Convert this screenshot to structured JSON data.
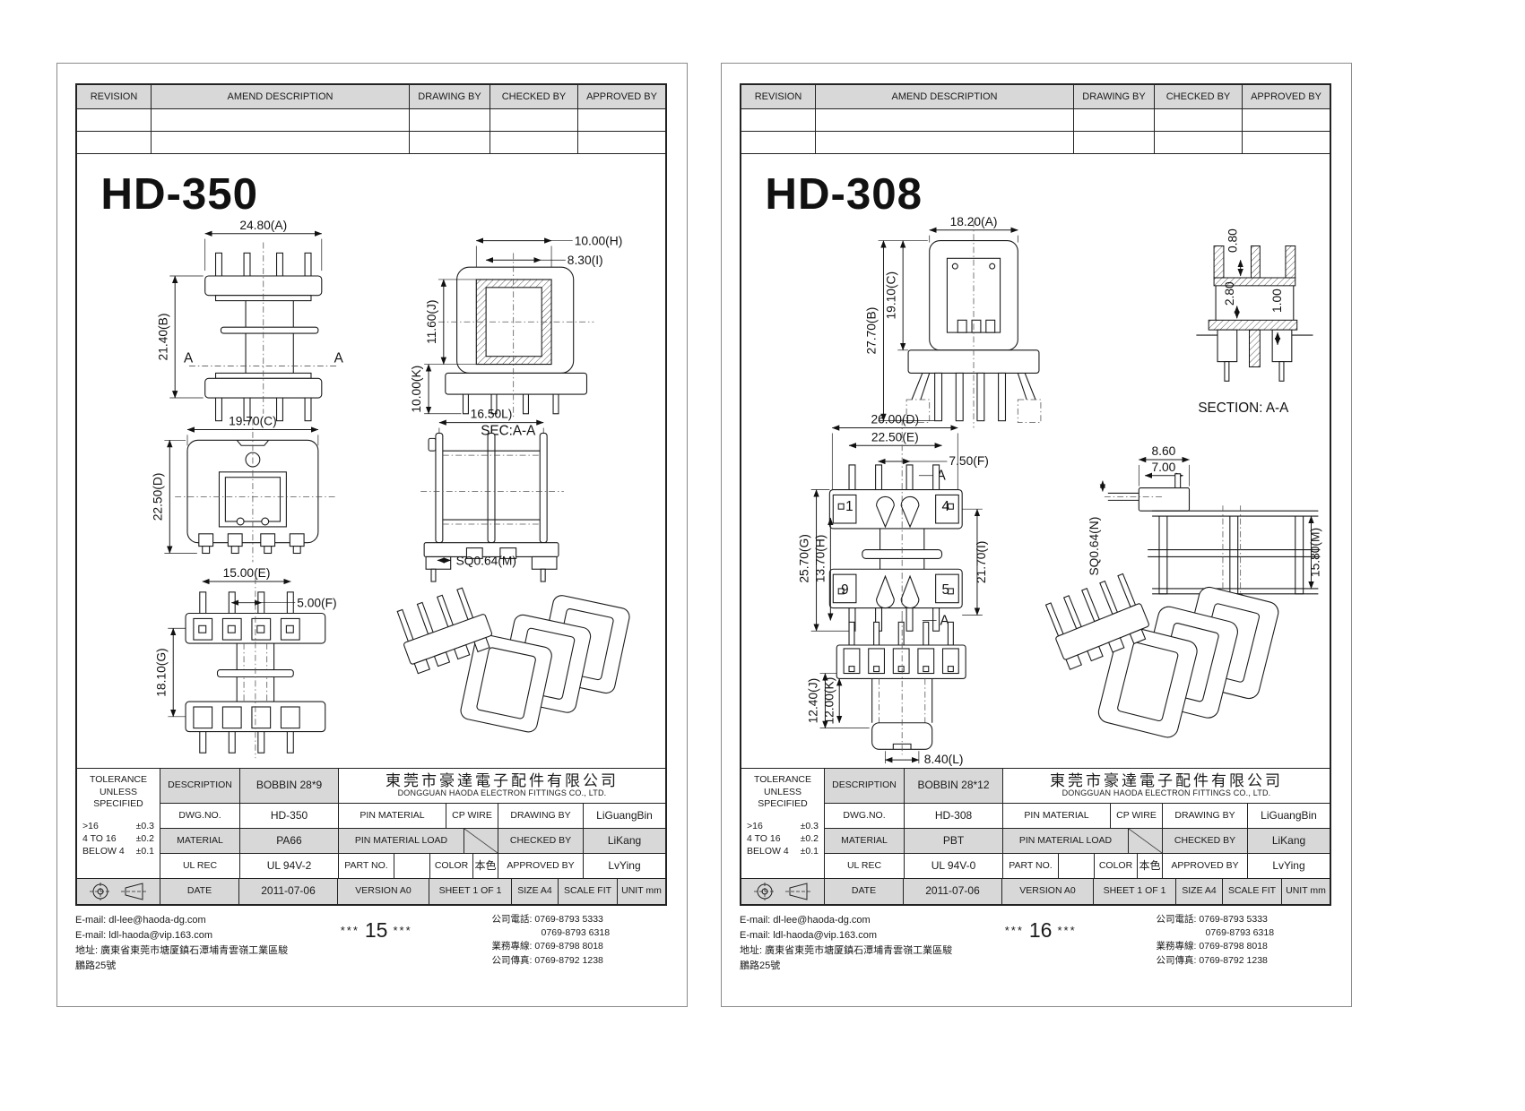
{
  "revision_headers": [
    "REVISION",
    "AMEND DESCRIPTION",
    "DRAWING BY",
    "CHECKED BY",
    "APPROVED BY"
  ],
  "tolerance": {
    "title_lines": [
      "TOLERANCE",
      "UNLESS",
      "SPECIFIED"
    ],
    "rows": [
      [
        ">16",
        "±0.3"
      ],
      [
        "4 TO 16",
        "±0.2"
      ],
      [
        "BELOW 4",
        "±0.1"
      ]
    ]
  },
  "company": {
    "cn": "東莞市豪達電子配件有限公司",
    "en": "DONGGUAN HAODA ELECTRON FITTINGS CO., LTD."
  },
  "labels": {
    "description": "DESCRIPTION",
    "dwg_no": "DWG.NO.",
    "pin_material": "PIN MATERIAL",
    "cp_wire": "CP WIRE",
    "drawing_by": "DRAWING BY",
    "material": "MATERIAL",
    "pin_material_load": "PIN MATERIAL LOAD",
    "checked_by": "CHECKED BY",
    "ul_rec": "UL REC",
    "part_no": "PART NO.",
    "color": "COLOR",
    "approved_by": "APPROVED BY",
    "date": "DATE"
  },
  "footer": {
    "email1": "E-mail: dl-lee@haoda-dg.com",
    "email2": "E-mail: ldl-haoda@vip.163.com",
    "address": "地址: 廣東省東莞市塘厦鎮石潭埔青雲嶺工業區駿鵬路25號",
    "stars": "***",
    "phone1_label": "公司電話:",
    "phone1a": "0769-8793 5333",
    "phone1b": "0769-8793 6318",
    "phone2_label": "業務專線:",
    "phone2": "0769-8798 8018",
    "phone3_label": "公司傳真:",
    "phone3": "0769-8792 1238"
  },
  "pages": [
    {
      "title": "HD-350",
      "page_number": "15",
      "spec": {
        "description": "BOBBIN 28*9",
        "dwg_no": "HD-350",
        "material": "PA66",
        "ul_rec": "UL 94V-2",
        "color_value": "本色",
        "drawing_by": "LiGuangBin",
        "checked_by": "LiKang",
        "approved_by": "LvYing",
        "date": "2011-07-06",
        "version": "VERSION A0",
        "sheet": "SHEET 1 OF 1",
        "size": "SIZE A4",
        "scale": "SCALE FIT",
        "unit": "UNIT mm"
      },
      "dims": {
        "a": "24.80(A)",
        "b": "21.40(B)",
        "h": "10.00(H)",
        "i": "8.30(I)",
        "j": "11.60(J)",
        "k": "10.00(K)",
        "sec": "SEC:A-A",
        "c": "19.70(C)",
        "d": "22.50(D)",
        "l": "16.50L)",
        "m": "SQ0.64(M)",
        "e": "15.00(E)",
        "f": "5.00(F)",
        "g": "18.10(G)",
        "a_left": "A",
        "a_right": "A"
      }
    },
    {
      "title": "HD-308",
      "page_number": "16",
      "spec": {
        "description": "BOBBIN 28*12",
        "dwg_no": "HD-308",
        "material": "PBT",
        "ul_rec": "UL 94V-0",
        "color_value": "本色",
        "drawing_by": "LiGuangBin",
        "checked_by": "LiKang",
        "approved_by": "LvYing",
        "date": "2011-07-06",
        "version": "VERSION A0",
        "sheet": "SHEET 1 OF 1",
        "size": "SIZE A4",
        "scale": "SCALE FIT",
        "unit": "UNIT mm"
      },
      "dims": {
        "a": "18.20(A)",
        "b": "27.70(B)",
        "c": "19.10(C)",
        "t1": "0.80",
        "t2": "2.80",
        "t3": "1.00",
        "section": "SECTION: A-A",
        "d": "26.00(D)",
        "e": "22.50(E)",
        "f": "7.50(F)",
        "g": "25.70(G)",
        "h": "13.70(H)",
        "i": "21.70(I)",
        "n": "SQ0.64(N)",
        "w1": "8.60",
        "w2": "7.00",
        "m": "15.80(M)",
        "j": "12.40(J)",
        "k": "12.00(K)",
        "l": "8.40(L)",
        "pin1": "1",
        "pin4": "4",
        "pin9": "9",
        "pin5": "5",
        "a_top": "A",
        "a_bottom": "A"
      }
    }
  ]
}
